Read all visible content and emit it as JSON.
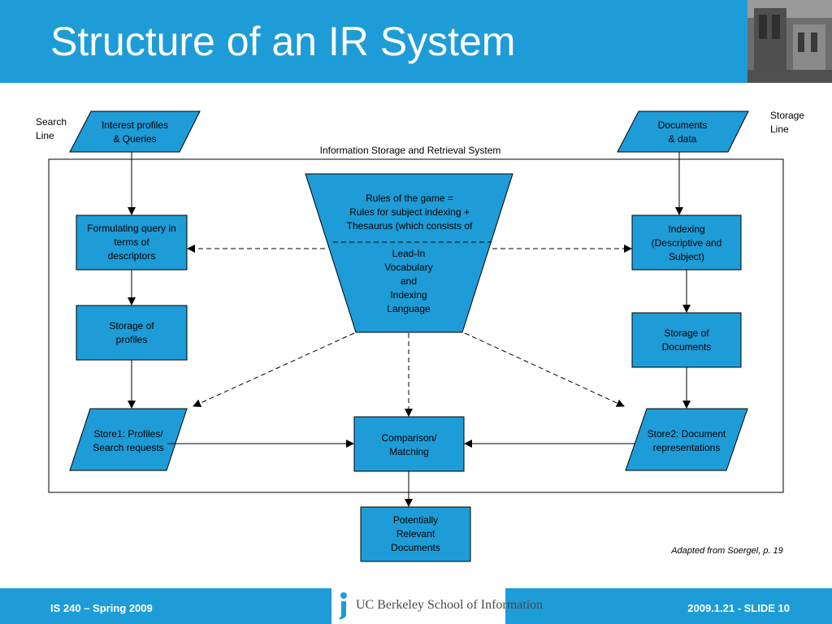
{
  "slide": {
    "title": "Structure of an IR System",
    "footer_left": "IS 240 – Spring 2009",
    "footer_right": "2009.1.21 - SLIDE 10",
    "logo_text": "UC Berkeley School of Information"
  },
  "diagram": {
    "system_label": "Information Storage and Retrieval System",
    "search_line": [
      "Search",
      "Line"
    ],
    "storage_line": [
      "Storage",
      "Line"
    ],
    "interest_profiles": [
      "Interest profiles",
      "& Queries"
    ],
    "documents_data": [
      "Documents",
      "& data"
    ],
    "formulating_query": [
      "Formulating query in",
      "terms of",
      "descriptors"
    ],
    "storage_profiles": [
      "Storage of",
      "profiles"
    ],
    "store1": [
      "Store1: Profiles/",
      "Search requests"
    ],
    "rules_top": [
      "Rules of the game =",
      "Rules for subject indexing +",
      "Thesaurus (which consists of"
    ],
    "rules_bottom": [
      "Lead-In",
      "Vocabulary",
      "and",
      "Indexing",
      "Language"
    ],
    "comparison": [
      "Comparison/",
      "Matching"
    ],
    "indexing": [
      "Indexing",
      "(Descriptive and",
      "Subject)"
    ],
    "storage_documents": [
      "Storage of",
      "Documents"
    ],
    "store2": [
      "Store2: Document",
      "representations"
    ],
    "potentially_relevant": [
      "Potentially",
      "Relevant",
      "Documents"
    ],
    "source_note": "Adapted from Soergel,  p. 19"
  },
  "colors": {
    "header": "#1e9cd7",
    "box_fill": "#1e9cd7",
    "stroke": "#000000"
  }
}
